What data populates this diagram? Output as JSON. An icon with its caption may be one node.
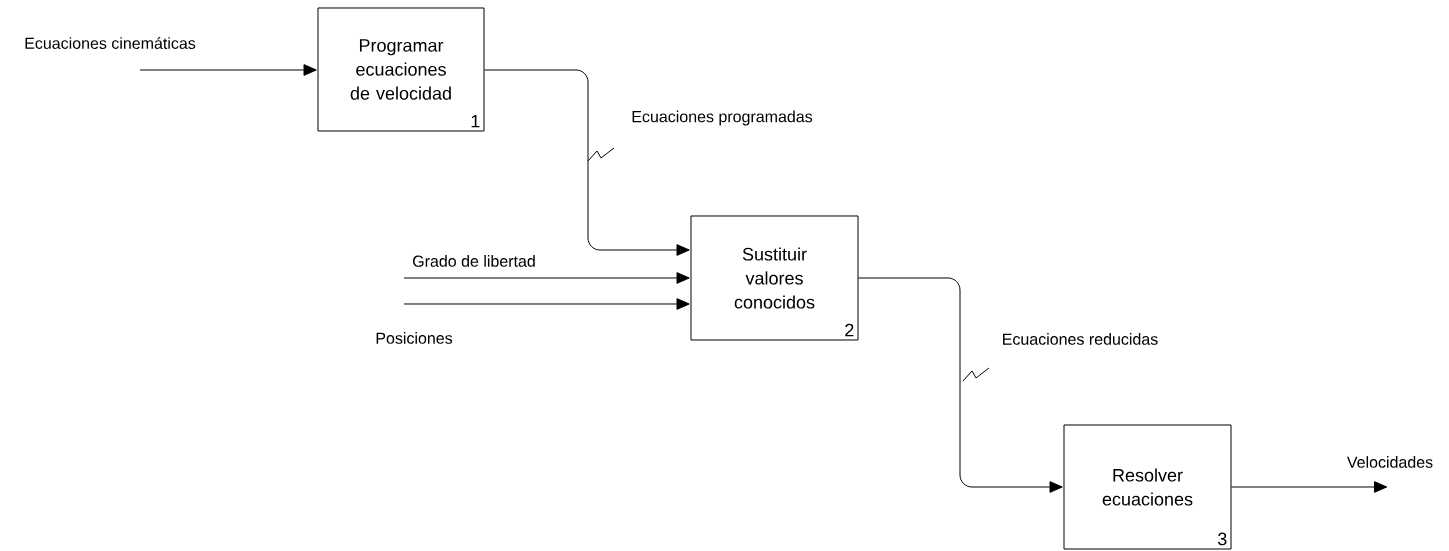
{
  "diagram": {
    "nodes": [
      {
        "text": [
          "Programar ecuaciones de velocidad",
          "1"
        ]
      },
      {
        "text": [
          "Sustituir valores conocidos",
          "2"
        ]
      },
      {
        "text": [
          "Resolver ecuaciones",
          "3"
        ]
      }
    ],
    "edges": [
      {
        "from": null,
        "to": 0,
        "arrow": "to",
        "label": "Ecuaciones cinemáticas"
      },
      {
        "from": 0,
        "to": 1,
        "arrow": "to",
        "label": "Ecuaciones programadas"
      },
      {
        "from": null,
        "to": 1,
        "arrow": "to",
        "label": "Grado de libertad"
      },
      {
        "from": null,
        "to": 1,
        "arrow": "to",
        "label": "Posiciones"
      },
      {
        "from": 1,
        "to": 2,
        "arrow": "to",
        "label": "Ecuaciones reducidas"
      },
      {
        "from": 2,
        "to": null,
        "arrow": "to",
        "label": "Velocidades"
      }
    ]
  }
}
